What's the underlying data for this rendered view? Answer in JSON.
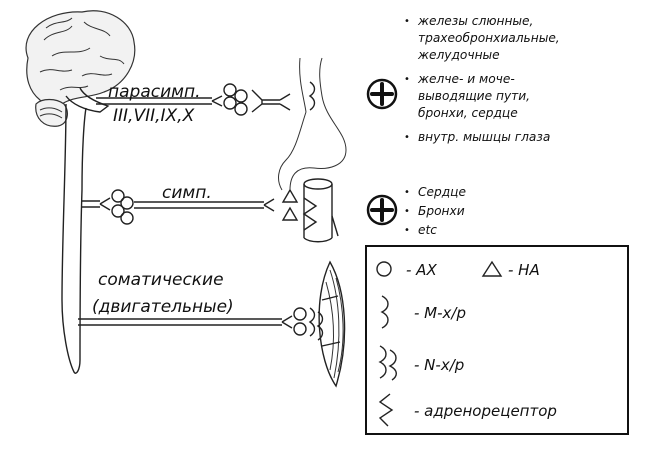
{
  "pathways": {
    "parasympathetic": {
      "label": "парасимп.",
      "nerves": "III,VII,IX,X"
    },
    "sympathetic": {
      "label": "симп."
    },
    "somatic": {
      "label_line1": "соматические",
      "label_line2": "(двигательные)"
    }
  },
  "effects": {
    "parasympathetic": {
      "sign": "+",
      "items": [
        [
          "железы слюнные,",
          "трахеобронхиальные,",
          "желудочные"
        ],
        [
          "желче- и моче-",
          "выводящие пути,",
          "бронхи, сердце"
        ],
        [
          "внутр. мышцы глаза"
        ]
      ]
    },
    "sympathetic": {
      "sign": "+",
      "items": [
        "Сердце",
        "Бронхи",
        "etc"
      ]
    }
  },
  "legend": {
    "ach": "- АХ",
    "na": "- НА",
    "m_receptor": "- М-х/р",
    "n_receptor": "- N-х/р",
    "adrenoreceptor": "- адренорецептор"
  }
}
